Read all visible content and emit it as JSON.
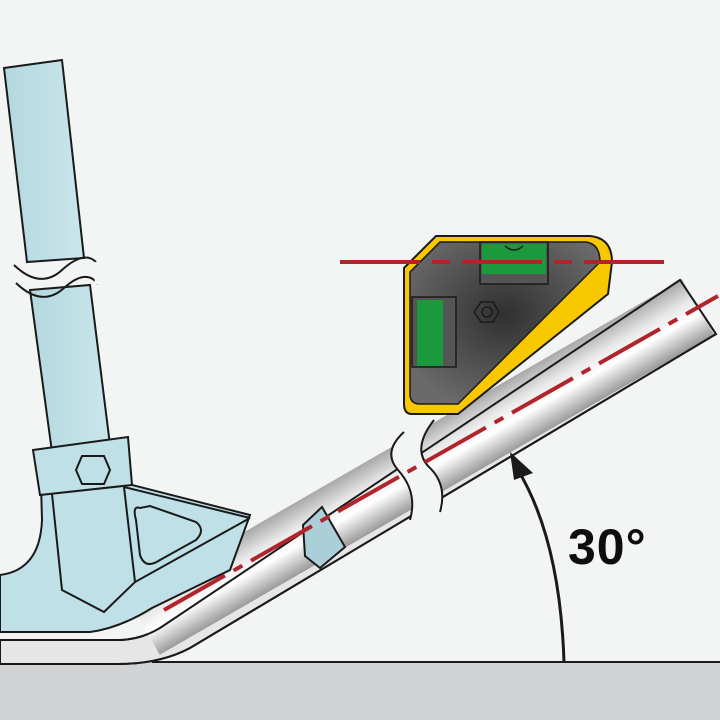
{
  "figure": {
    "type": "technical-illustration",
    "subject": "pipe bend measured with magnetic angle level",
    "angle_label": "30°",
    "angle_degrees": 30
  },
  "parts": {
    "bender_handle": "vertical handle with break marks",
    "bender_shoe": "bending shoe with hex bolt and triangular cutout",
    "pipe": "bent conduit rising at 30°",
    "pipe_break": "break marks on pipe",
    "level": "yellow-framed magnetic level with two green vials and hex nut",
    "centerline": "red dash-dot centerline",
    "reference_line": "red dashed horizontal reference line",
    "floor": "gray floor surface",
    "angle_arrow": "curved arrow indicating bend angle"
  },
  "colors": {
    "background": "#f3f5f5",
    "floor": "#d2d3d5",
    "bender": "#bfe0e6",
    "pipe_light": "#f2f2f2",
    "pipe_dark": "#9c9c9c",
    "level_frame": "#f7c800",
    "level_body": "#505050",
    "vial": "#1a9a3c",
    "centerline": "#b0252b",
    "outline": "#1a1a1a"
  }
}
